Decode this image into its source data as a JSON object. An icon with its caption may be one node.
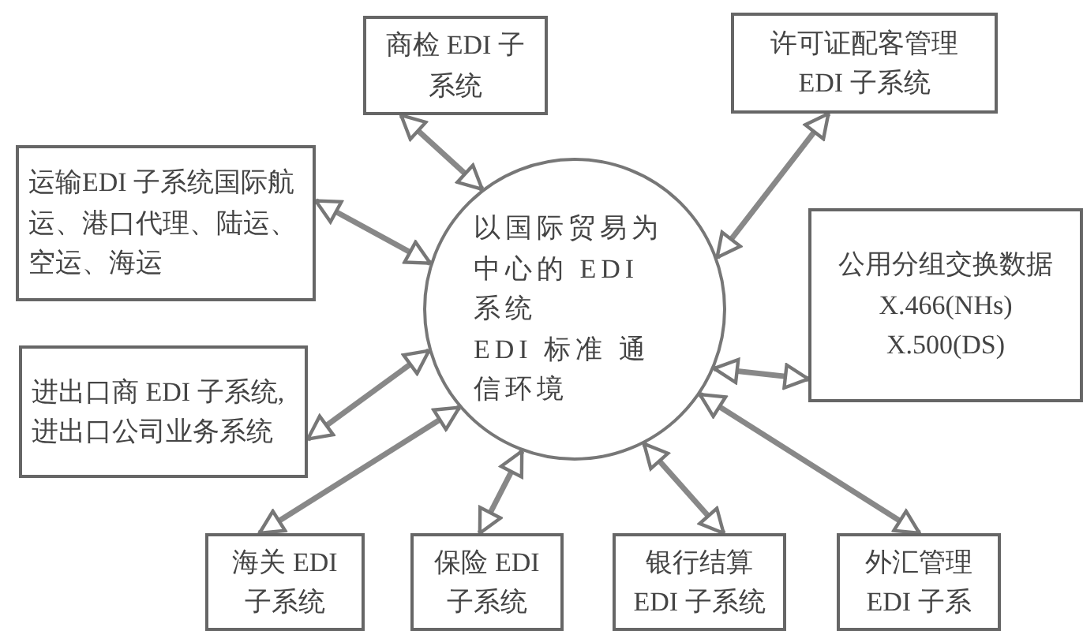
{
  "diagram": {
    "nodes": [
      {
        "text": [
          "商检 EDI 子系统"
        ]
      },
      {
        "text": [
          "许可证配客管理 EDI 子系统"
        ]
      },
      {
        "text": [
          "运输EDI 子系统国际航运、港口代理、陆运、空运、海运"
        ]
      },
      {
        "text": [
          "以国际贸易为中心的 EDI 系统",
          "EDI 标准 通信环境"
        ]
      },
      {
        "text": [
          "公用分组交换数据",
          "X.466(NHs)",
          "X.500(DS)"
        ]
      },
      {
        "text": [
          "进出口商 EDI 子系统,进出口公司业务系统"
        ]
      },
      {
        "text": [
          "海关 EDI 子系统"
        ]
      },
      {
        "text": [
          "保险 EDI 子系统"
        ]
      },
      {
        "text": [
          "银行结算 EDI 子系统"
        ]
      },
      {
        "text": [
          "外汇管理 EDI 子系"
        ]
      }
    ],
    "edges": [
      {
        "from": 0,
        "to": 3,
        "arrow": "both"
      },
      {
        "from": 1,
        "to": 3,
        "arrow": "both"
      },
      {
        "from": 2,
        "to": 3,
        "arrow": "both"
      },
      {
        "from": 4,
        "to": 3,
        "arrow": "both"
      },
      {
        "from": 5,
        "to": 3,
        "arrow": "both"
      },
      {
        "from": 6,
        "to": 3,
        "arrow": "both"
      },
      {
        "from": 7,
        "to": 3,
        "arrow": "both"
      },
      {
        "from": 8,
        "to": 3,
        "arrow": "both"
      },
      {
        "from": 9,
        "to": 3,
        "arrow": "both"
      }
    ]
  }
}
